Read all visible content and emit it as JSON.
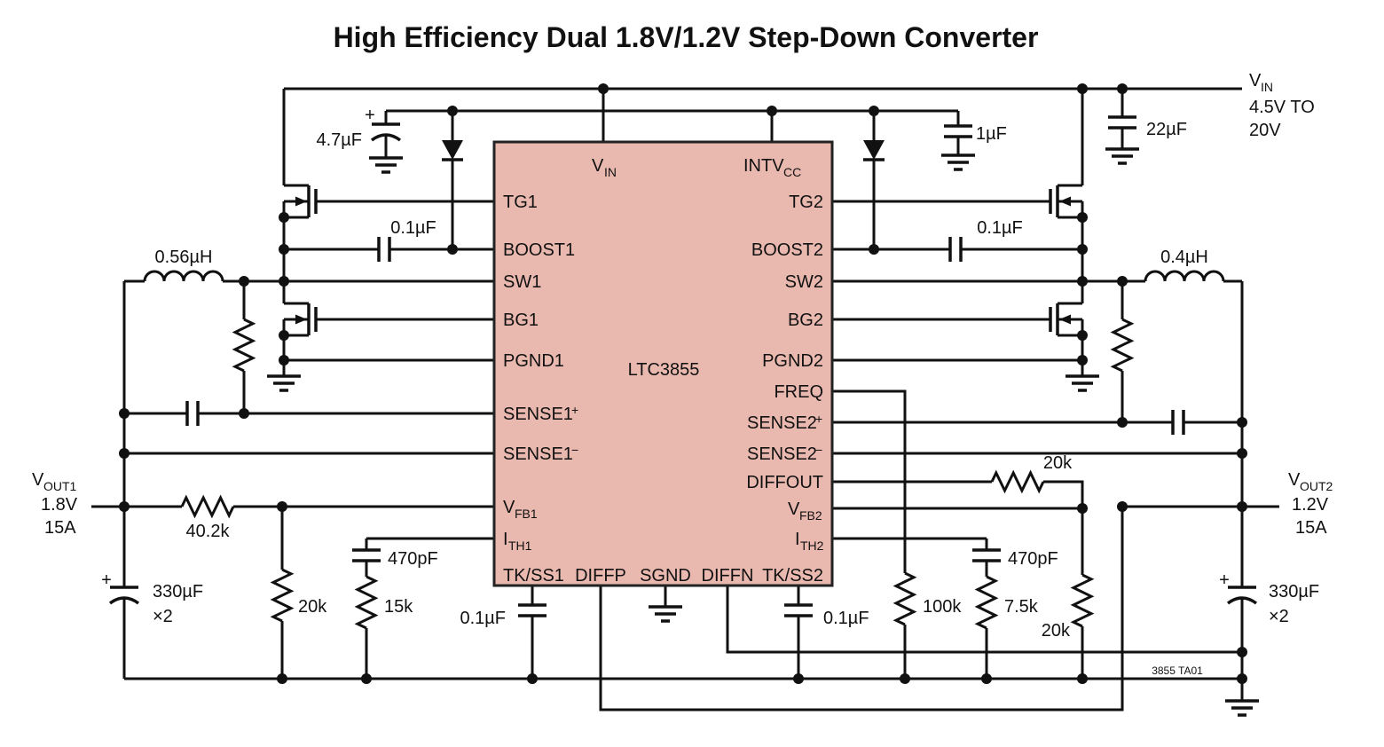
{
  "title": "High Efficiency Dual 1.8V/1.2V Step-Down Converter",
  "ref_note": "3855 TA01",
  "colors": {
    "ic_fill": "#e9b8af",
    "ic_stroke": "#222222",
    "wire": "#111111"
  },
  "ic": {
    "name": "LTC3855",
    "pins": {
      "vin": {
        "main": "V",
        "sub": "IN"
      },
      "intvcc": {
        "main": "INTV",
        "sub": "CC"
      },
      "tg1": "TG1",
      "boost1": "BOOST1",
      "sw1": "SW1",
      "bg1": "BG1",
      "pgnd1": "PGND1",
      "sense1p": {
        "main": "SENSE1",
        "sup": "+"
      },
      "sense1m": {
        "main": "SENSE1",
        "sup": "−"
      },
      "vfb1": {
        "main": "V",
        "sub": "FB1"
      },
      "ith1": {
        "main": "I",
        "sub": "TH1"
      },
      "tkss1": "TK/SS1",
      "diffp": "DIFFP",
      "sgnd": "SGND",
      "diffn": "DIFFN",
      "tg2": "TG2",
      "boost2": "BOOST2",
      "sw2": "SW2",
      "bg2": "BG2",
      "pgnd2": "PGND2",
      "freq": "FREQ",
      "sense2p": {
        "main": "SENSE2",
        "sup": "+"
      },
      "sense2m": {
        "main": "SENSE2",
        "sup": "−"
      },
      "diffout": "DIFFOUT",
      "vfb2": {
        "main": "V",
        "sub": "FB2"
      },
      "ith2": {
        "main": "I",
        "sub": "TH2"
      },
      "tkss2": "TK/SS2"
    }
  },
  "components": {
    "cvcc": "4.7µF",
    "cvcc_plus": "+",
    "cb1": "0.1µF",
    "cb2": "0.1µF",
    "l1": "0.56µH",
    "l2": "0.4µH",
    "c_intvcc": "1µF",
    "c_in": "22µF",
    "r_fb1_top": "40.2k",
    "r_fb1_bot": "20k",
    "c_ith1": "470pF",
    "r_ith1": "15k",
    "c_ss1": "0.1µF",
    "c_ss2": "0.1µF",
    "c_out1": "330µF",
    "c_out1_qty": "×2",
    "c_out1_plus": "+",
    "r_freq": "100k",
    "r_diff_top": "20k",
    "r_diff_bot": "20k",
    "c_ith2": "470pF",
    "r_ith2": "7.5k",
    "c_out2": "330µF",
    "c_out2_qty": "×2",
    "c_out2_plus": "+"
  },
  "terminals": {
    "vin": {
      "main": "V",
      "sub": "IN",
      "spec1": "4.5V TO",
      "spec2": "20V"
    },
    "vout1": {
      "main": "V",
      "sub": "OUT1",
      "volts": "1.8V",
      "amps": "15A"
    },
    "vout2": {
      "main": "V",
      "sub": "OUT2",
      "volts": "1.2V",
      "amps": "15A"
    }
  }
}
